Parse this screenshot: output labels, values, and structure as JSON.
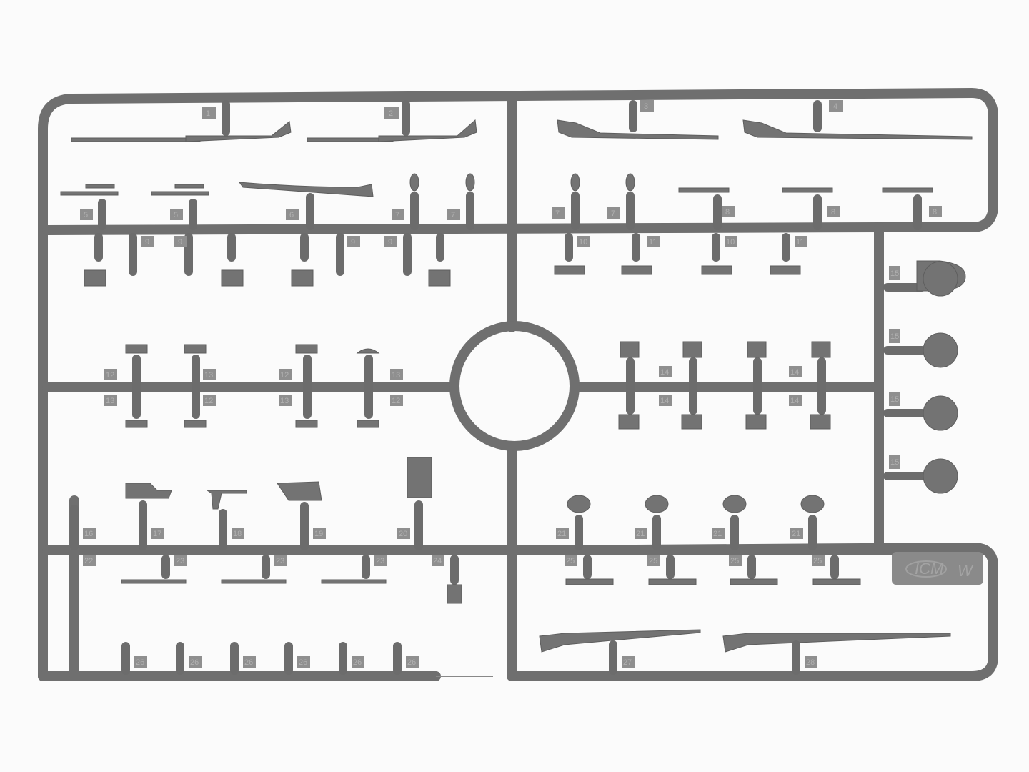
{
  "scene": {
    "subject": "Plastic model kit sprue (grey), WWI infantry weapons and equipment",
    "background_color": "#fbfbfb",
    "plastic_color": "#737373"
  },
  "sprue": {
    "letter": "W",
    "logo": "ICM",
    "part_numbers_top_left": [
      "1",
      "2"
    ],
    "part_numbers_top_right": [
      "3",
      "4"
    ],
    "part_numbers_row2_left": [
      "5",
      "5",
      "6",
      "7",
      "7"
    ],
    "part_numbers_row2_right": [
      "7",
      "7",
      "8",
      "8",
      "8"
    ],
    "part_numbers_row3_left": [
      "9",
      "9",
      "9",
      "9"
    ],
    "part_numbers_row3_right": [
      "10",
      "11",
      "10",
      "11"
    ],
    "part_numbers_middle_left": [
      "12",
      "13",
      "12",
      "13",
      "12",
      "13",
      "13",
      "12"
    ],
    "part_numbers_middle_right": [
      "14",
      "14",
      "14",
      "14"
    ],
    "part_numbers_helmets": [
      "15",
      "15",
      "15",
      "15"
    ],
    "part_numbers_row5_left": [
      "16",
      "17",
      "18",
      "19",
      "20"
    ],
    "part_numbers_row5_right": [
      "21",
      "21",
      "21",
      "21"
    ],
    "part_numbers_row6_left": [
      "22",
      "23",
      "23",
      "23",
      "24"
    ],
    "part_numbers_row6_right": [
      "25",
      "25",
      "25",
      "25"
    ],
    "part_numbers_bottom_left": [
      "26",
      "26",
      "26",
      "26",
      "26",
      "26"
    ],
    "part_numbers_bottom_right": [
      "27",
      "28"
    ]
  }
}
